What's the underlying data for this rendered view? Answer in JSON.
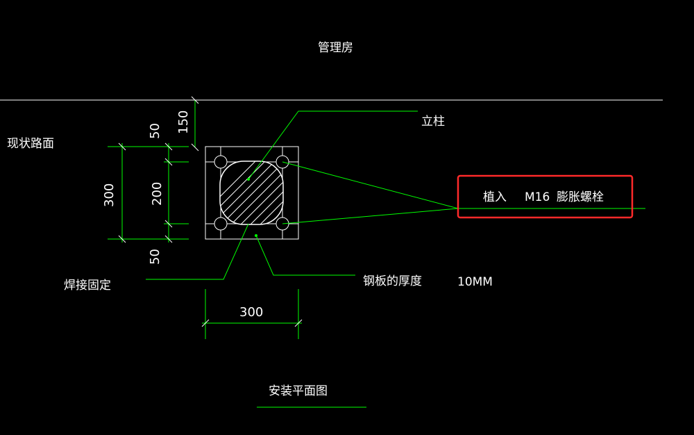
{
  "labels": {
    "building": "管理房",
    "road": "现状路面",
    "post": "立柱",
    "bolt_plant": "植入",
    "bolt_spec": "M16",
    "bolt_type": "膨胀螺栓",
    "weld": "焊接固定",
    "plate": "钢板的厚度",
    "plate_thickness": "10MM",
    "title": "安装平面图"
  },
  "dimensions": {
    "offset_150": "150",
    "top_50": "50",
    "height_300": "300",
    "inner_200": "200",
    "bottom_50": "50",
    "width_300": "300"
  },
  "colors": {
    "background": "#000000",
    "lines": "#ffffff",
    "leaders": "#00ff00",
    "highlight": "#ff2a2a"
  }
}
